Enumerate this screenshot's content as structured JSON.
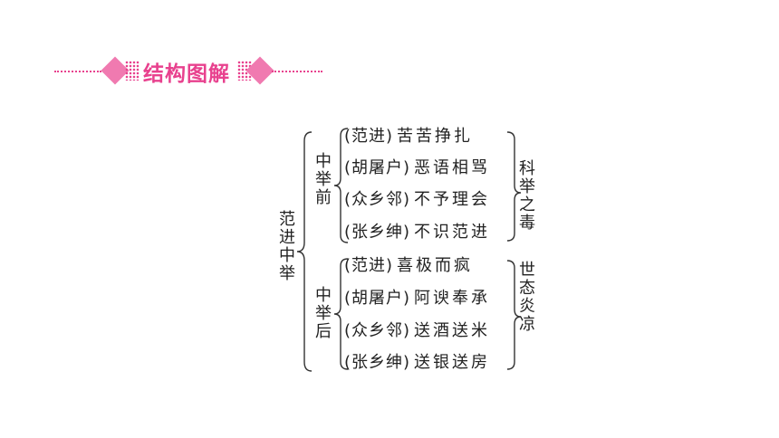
{
  "header": {
    "title": "结构图解",
    "accent_color": "#e8418e"
  },
  "diagram": {
    "root": "范进中举",
    "groups": [
      {
        "label": "中举前",
        "summary": "科举之毒",
        "rows": [
          {
            "who": "(范进)",
            "action": "苦苦挣扎"
          },
          {
            "who": "(胡屠户)",
            "action": "恶语相骂"
          },
          {
            "who": "(众乡邻)",
            "action": "不予理会"
          },
          {
            "who": "(张乡绅)",
            "action": "不识范进"
          }
        ]
      },
      {
        "label": "中举后",
        "summary": "世态炎凉",
        "rows": [
          {
            "who": "(范进)",
            "action": "喜极而疯"
          },
          {
            "who": "(胡屠户)",
            "action": "阿谀奉承"
          },
          {
            "who": "(众乡邻)",
            "action": "送酒送米"
          },
          {
            "who": "(张乡绅)",
            "action": "送银送房"
          }
        ]
      }
    ]
  }
}
